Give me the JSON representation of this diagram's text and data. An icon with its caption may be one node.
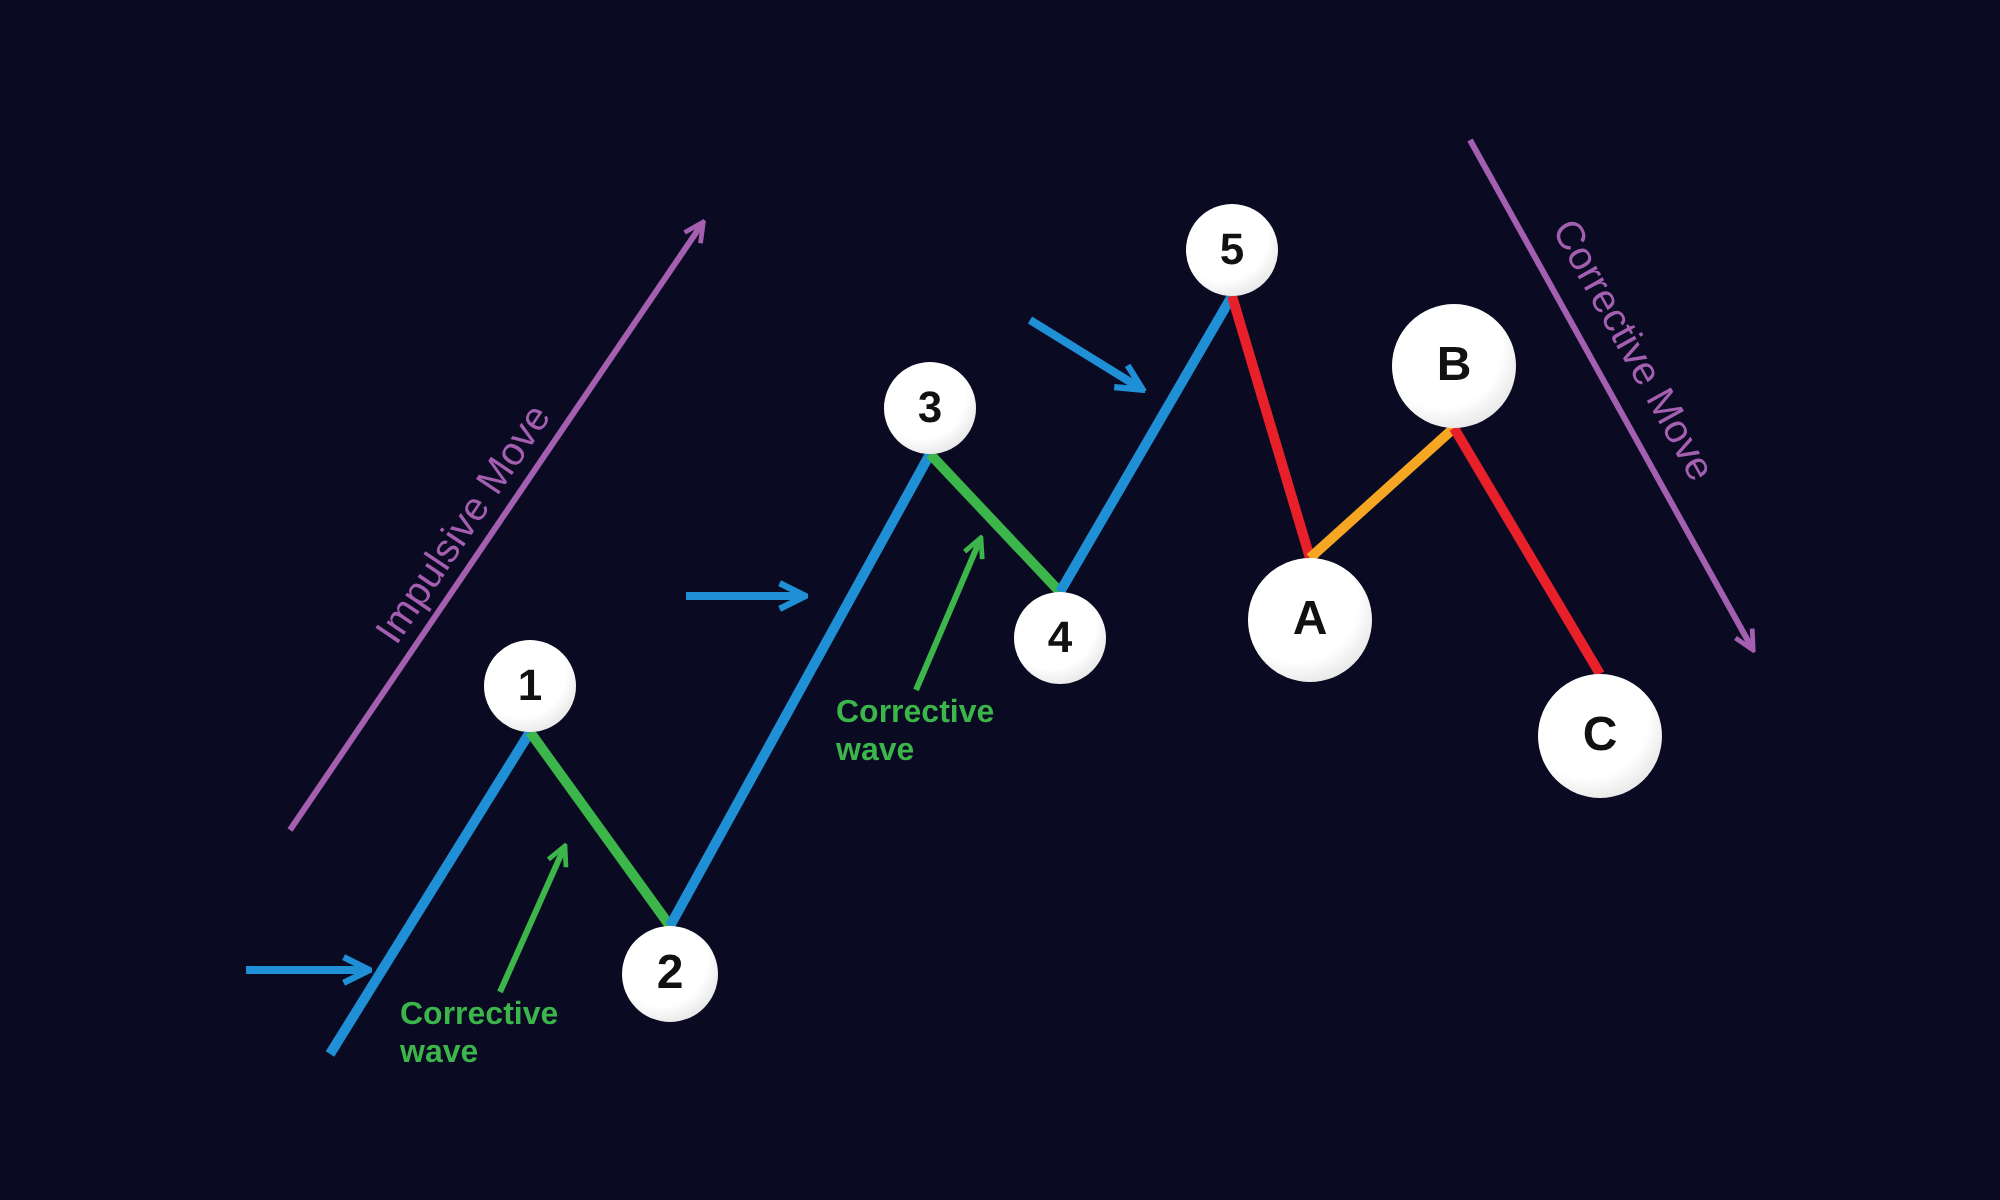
{
  "diagram": {
    "nodes": [
      {
        "text": [
          "1"
        ]
      },
      {
        "text": [
          "2"
        ]
      },
      {
        "text": [
          "3"
        ]
      },
      {
        "text": [
          "4"
        ]
      },
      {
        "text": [
          "5"
        ]
      },
      {
        "text": [
          "A"
        ]
      },
      {
        "text": [
          "B"
        ]
      },
      {
        "text": [
          "C"
        ]
      },
      {
        "text": [
          "Corrective wave"
        ]
      },
      {
        "text": [
          "Corrective wave"
        ]
      }
    ],
    "edges": [
      {
        "from": null,
        "to": 0,
        "arrow": "none",
        "color": "#1f8fd6"
      },
      {
        "from": 0,
        "to": 1,
        "arrow": "none",
        "color": "#3cb54a"
      },
      {
        "from": 1,
        "to": 2,
        "arrow": "none",
        "color": "#1f8fd6"
      },
      {
        "from": 2,
        "to": 3,
        "arrow": "none",
        "color": "#3cb54a"
      },
      {
        "from": 3,
        "to": 4,
        "arrow": "none",
        "color": "#1f8fd6"
      },
      {
        "from": 4,
        "to": 5,
        "arrow": "none",
        "color": "#e8202a"
      },
      {
        "from": 5,
        "to": 6,
        "arrow": "none",
        "color": "#f5a623"
      },
      {
        "from": 6,
        "to": 7,
        "arrow": "none",
        "color": "#e8202a"
      },
      {
        "from": 8,
        "to": null,
        "arrow": "to",
        "color": "#3cb54a"
      },
      {
        "from": 9,
        "to": null,
        "arrow": "to",
        "color": "#3cb54a"
      }
    ],
    "labels": [
      "Impulsive Move",
      "Corrective Move"
    ]
  }
}
